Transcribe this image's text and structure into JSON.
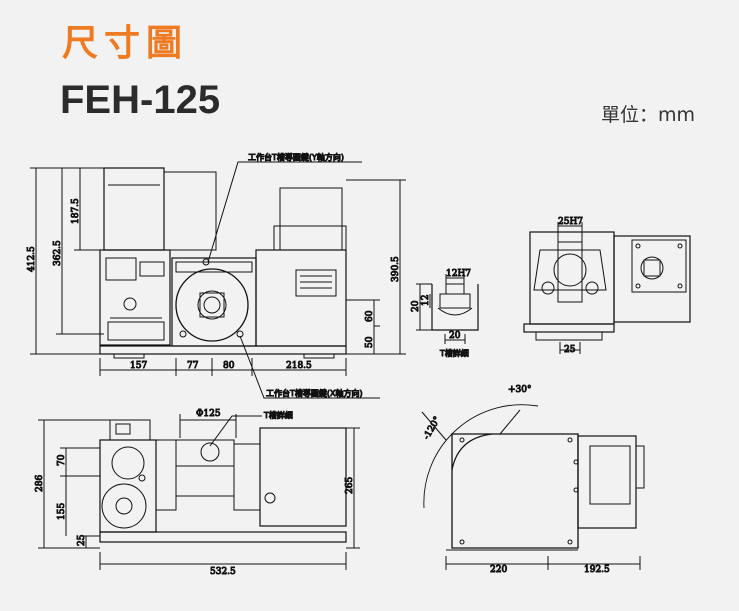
{
  "header": {
    "title": "尺寸圖",
    "model": "FEH-125",
    "unit": "單位：mm"
  },
  "colors": {
    "accent": "#ee7a22",
    "background": "#f2f2f2",
    "line": "#111111"
  },
  "top_left_view": {
    "leader_y_slot": "工作台T槽導圓鍵(Y軸方向)",
    "leader_x_slot": "工作台T槽導圓鍵(X軸方向)",
    "dim_412_5": "412.5",
    "dim_362_5": "362.5",
    "dim_187_5": "187.5",
    "dim_390_5": "390.5",
    "dim_60": "60",
    "dim_50": "50",
    "dim_157": "157",
    "dim_77": "77",
    "dim_80": "80",
    "dim_218_5": "218.5"
  },
  "t_slot_detail": {
    "dim_12h7": "12H7",
    "dim_20_v": "20",
    "dim_12_v": "12",
    "dim_20_h": "20",
    "caption": "T槽詳細"
  },
  "top_right_view": {
    "dim_25h7": "25H7",
    "dim_25": "25"
  },
  "bottom_left_view": {
    "dim_phi125": "Φ125",
    "caption_tslot": "T槽詳細",
    "dim_70": "70",
    "dim_286": "286",
    "dim_155": "155",
    "dim_25": "25",
    "dim_265": "265",
    "dim_532_5": "532.5"
  },
  "bottom_right_view": {
    "dim_plus30": "+30°",
    "dim_minus120": "-120°",
    "dim_220": "220",
    "dim_192_5": "192.5"
  }
}
